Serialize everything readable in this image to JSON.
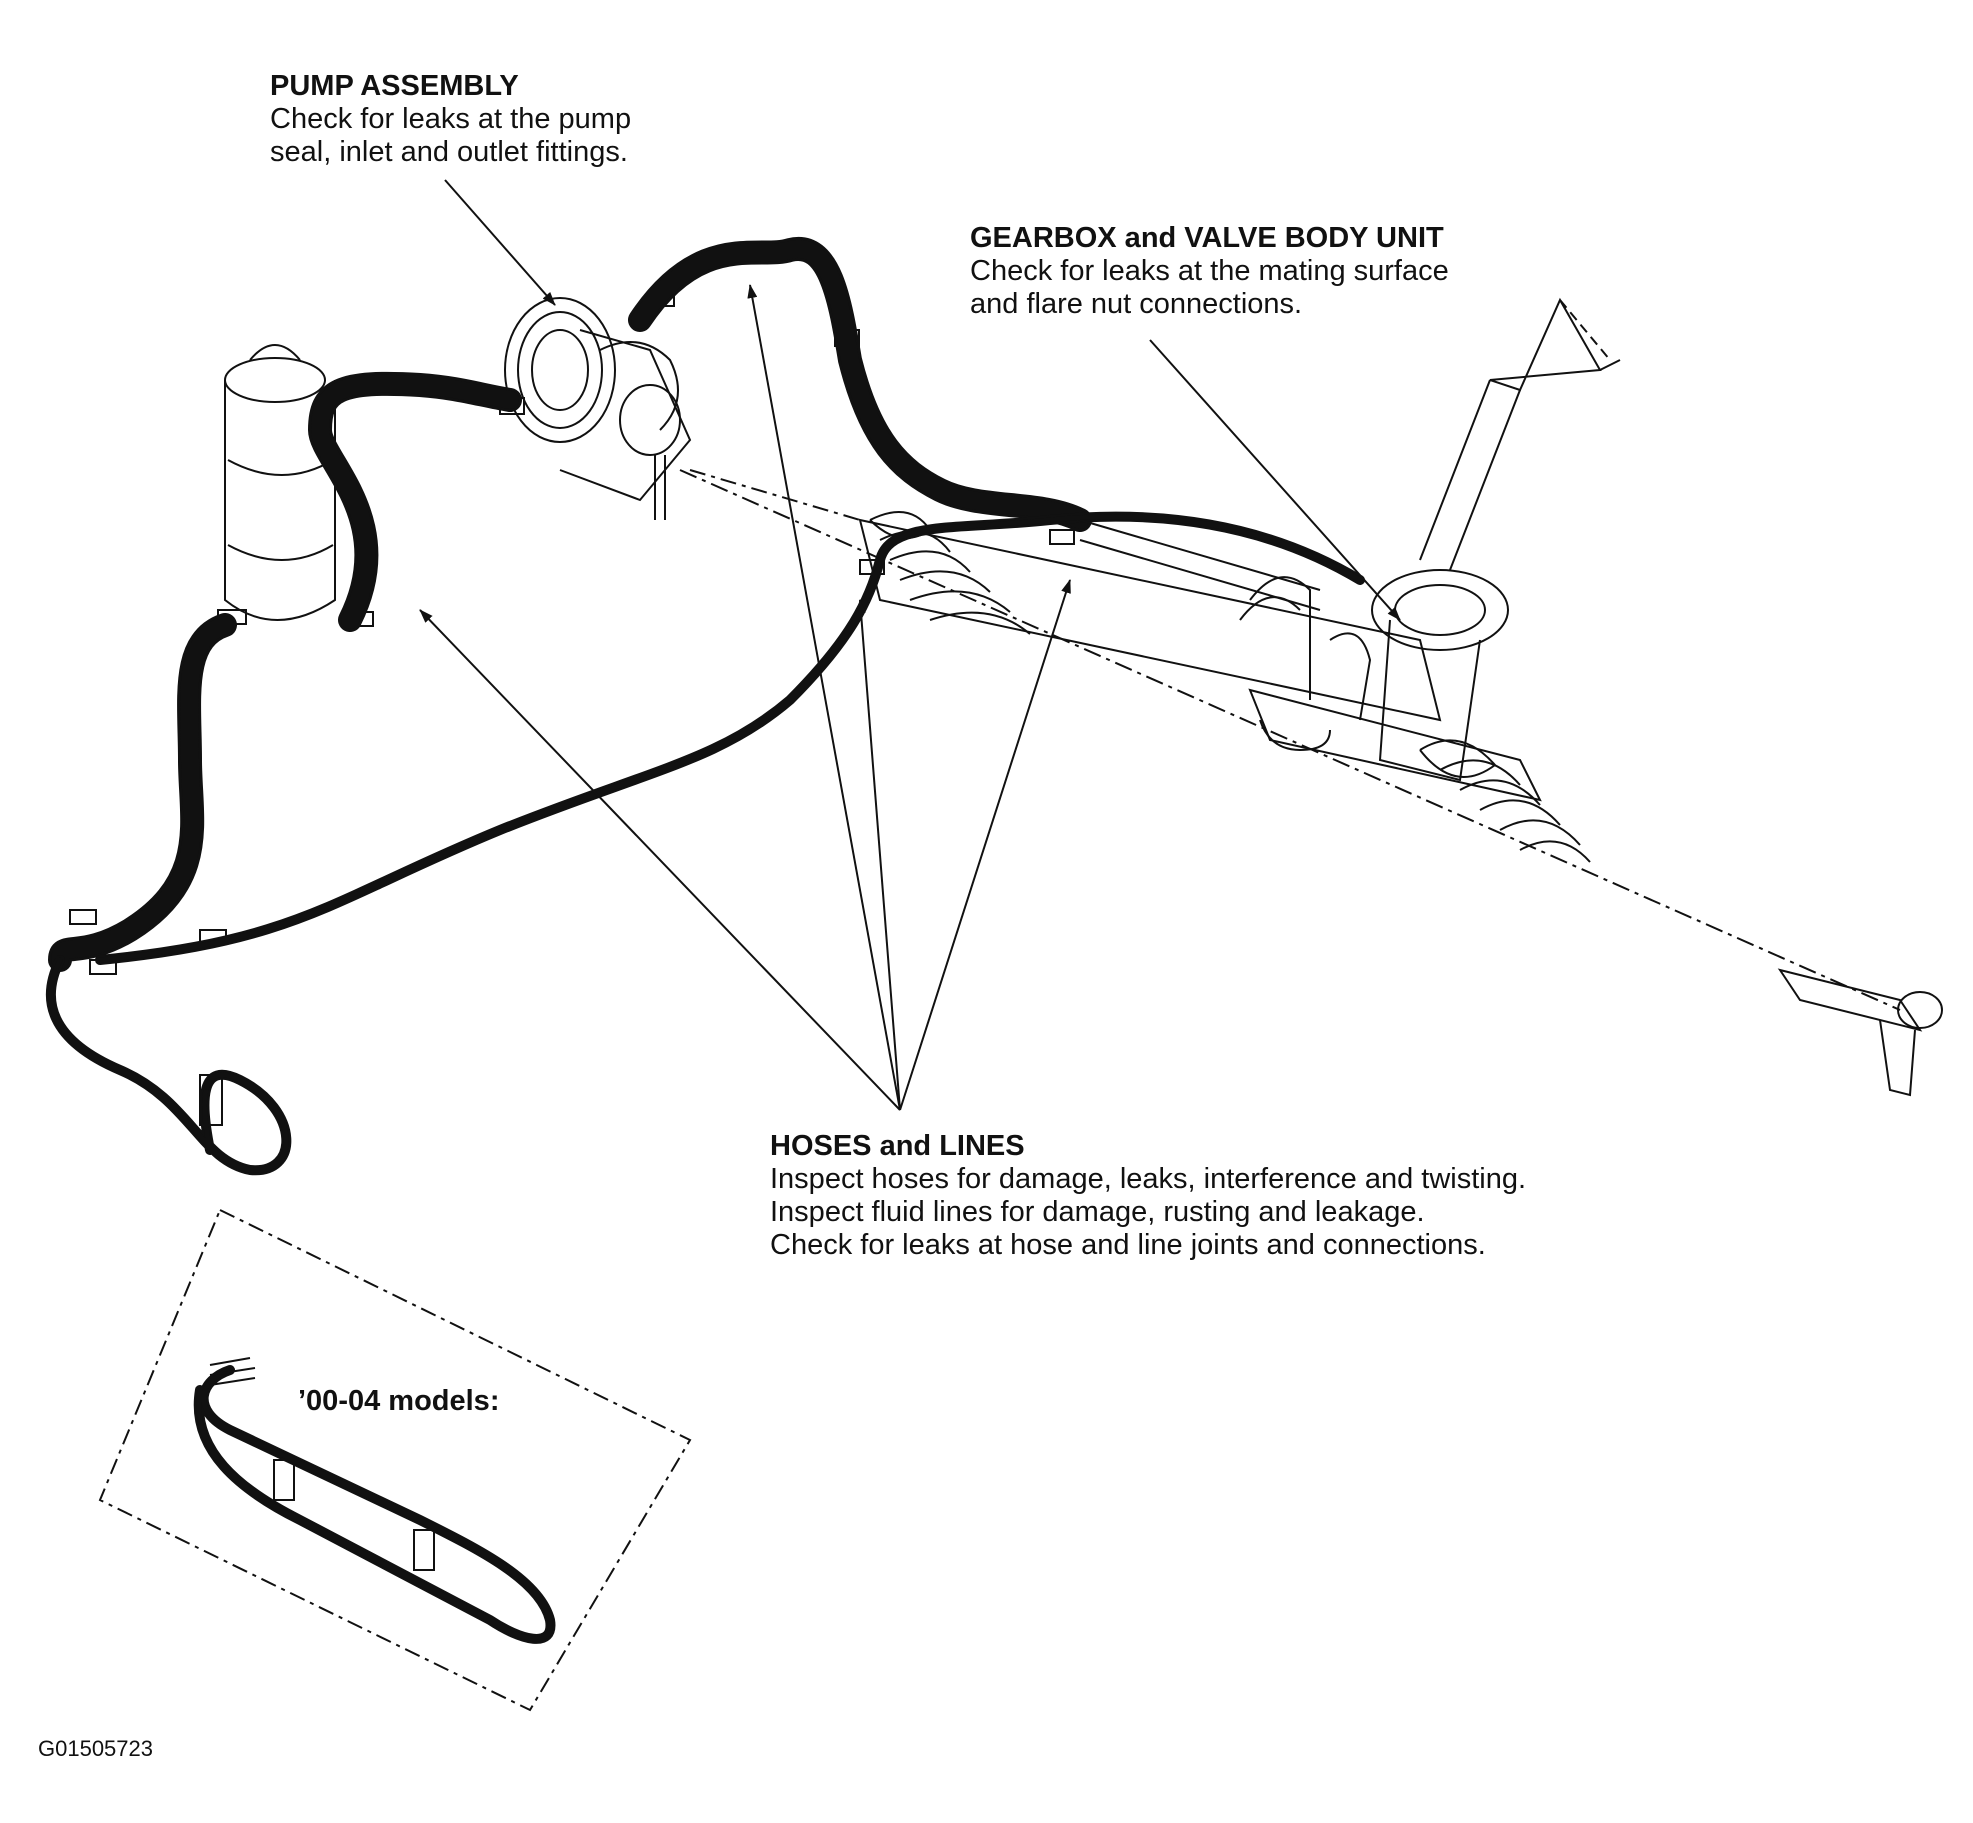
{
  "callouts": {
    "pump": {
      "title": "PUMP ASSEMBLY",
      "lines": [
        "Check for leaks at the pump",
        "seal, inlet and outlet fittings."
      ]
    },
    "gearbox": {
      "title": "GEARBOX and VALVE BODY UNIT",
      "lines": [
        "Check for leaks at the mating surface",
        "and flare nut connections."
      ]
    },
    "hoses": {
      "title": "HOSES and LINES",
      "lines": [
        "Inspect hoses for damage, leaks, interference and twisting.",
        "Inspect fluid lines for damage, rusting and leakage.",
        "Check for leaks at hose and line joints and connections."
      ]
    }
  },
  "inset_label": "’00-04 models:",
  "figure_id": "G01505723"
}
